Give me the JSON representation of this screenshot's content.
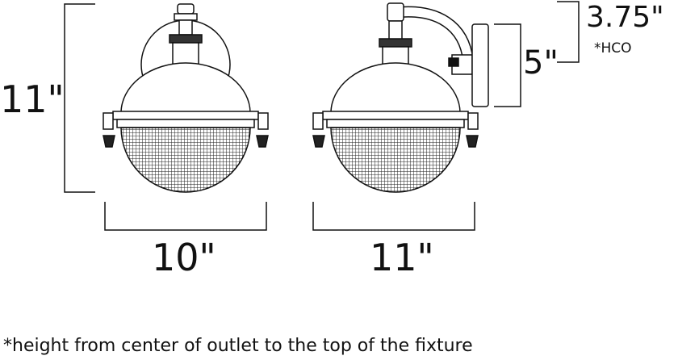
{
  "dimensions": {
    "height": "11\"",
    "front_width": "10\"",
    "side_width": "11\"",
    "backplate_height": "5\"",
    "hco": "3.75\"",
    "hco_label": "*HCO"
  },
  "footnote": "*height from center of outlet to the top of the fixture",
  "colors": {
    "line": "#111111",
    "background": "#ffffff"
  }
}
